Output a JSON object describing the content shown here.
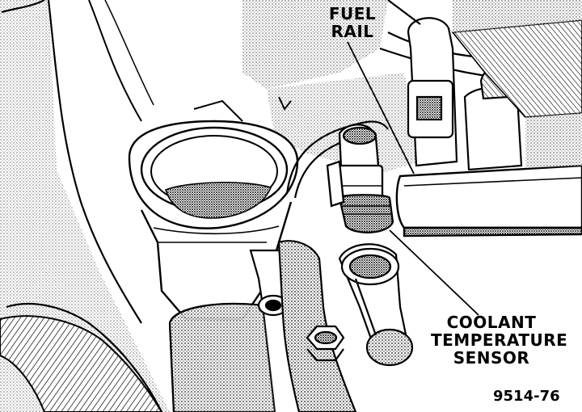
{
  "labels": {
    "fuel_rail": [
      "FUEL",
      "RAIL"
    ],
    "coolant_sensor": [
      "COOLANT",
      "TEMPERATURE",
      "SENSOR"
    ]
  },
  "figure_number": "9514-76",
  "colors": {
    "ink": "#000000",
    "paper": "#ffffff"
  }
}
